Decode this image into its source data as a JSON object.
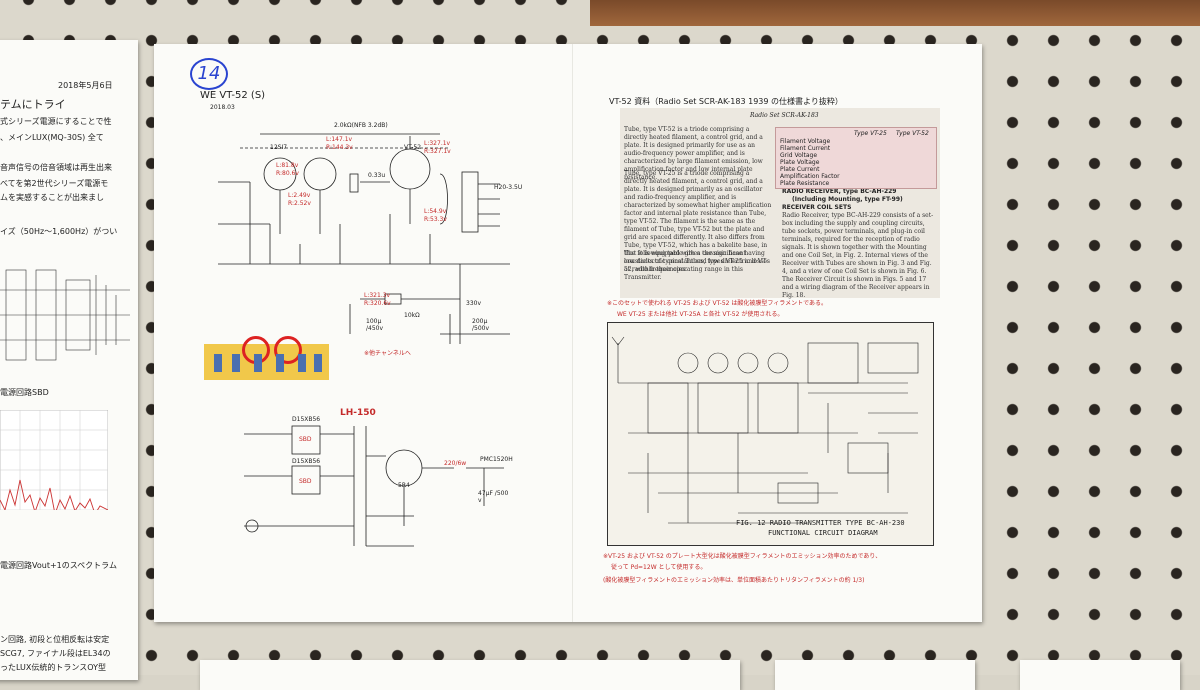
{
  "main_sheet": {
    "item_number": "14",
    "title": "WE VT-52 (S)",
    "date": "2018.03",
    "nfb_label": "2.0kΩ(NFB 3.2dB)",
    "tube_12si7": "12SI7",
    "tube_vt52": "VT-52",
    "tube_5r4": "5R4",
    "voltages": {
      "l1": "L:147.1v",
      "r1": "R:144.3v",
      "l2": "L:81.8v",
      "r2": "R:80.6v",
      "l3": "L:2.49v",
      "r3": "R:2.52v",
      "l4": "L:327.1v",
      "r4": "R:327.1v",
      "l5": "L:54.9v",
      "r5": "R:53.3v",
      "l6": "L:321.3v",
      "r6": "R:320.6v"
    },
    "output_transformer": "H20-3.5U",
    "cap_033": "0.33u",
    "r_10k": "10kΩ",
    "b_plus": "330v",
    "cap_100u": "100μ /450v",
    "cap_200u": "200μ /500v",
    "other_channel": "※他チャンネルへ",
    "psu_title": "LH-150",
    "diode": "D15XB56",
    "sbd": "SBD",
    "choke": "PMC1520H",
    "psu_r": "220/6w",
    "psu_cap": "47μF /500 v"
  },
  "right_sheet": {
    "header": "VT-52 資料（Radio Set SCR-AK-183 1939 の仕様書より抜粋）",
    "book_title": "Radio Set SCR-AK-183",
    "para1": "Tube, type VT-52 is a triode comprising a directly heated filament, a control grid, and a plate. It is designed primarily for use as an audio-frequency power amplifier, and is characterized by large filament emission, low amplification factor and low internal plate resistance.",
    "para2": "Tube, type VT-25 is a triode comprising a directly heated filament, a control grid, and a plate. It is designed primarily as an oscillator and radio-frequency amplifier, and is characterized by somewhat higher amplification factor and internal plate resistance than Tube, type VT-52. The filament is the same as the filament of Tube, type VT-52 but the plate and grid are spaced differently. It also differs from Tube, type VT-52, which has a bakelite base, in that it is equipped with a ceramic base having low dielectric constant and low dielectric losses at radio frequencies.",
    "para3": "The following table gives the significant constants of typical Tubes, types VT-25 and VT-52, within their operating range in this Transmitter.",
    "spec_headers": [
      "Type VT-25",
      "Type VT-52"
    ],
    "spec_rows": [
      "Filament Voltage",
      "Filament Current",
      "Grid Voltage",
      "Plate Voltage",
      "Plate Current",
      "Amplification Factor",
      "Plate Resistance"
    ],
    "receiver_title": "RADIO RECEIVER, type BC-AH-229",
    "receiver_sub": "(Including Mounting, type FT-99)",
    "receiver_coil": "RECEIVER COIL SETS",
    "receiver_text": "Radio Receiver, type BC-AH-229 consists of a set-box including the supply and coupling circuits, tube sockets, power terminals, and plug-in coil terminals, required for the reception of radio signals. It is shown together with the Mounting and one Coil Set, in Fig. 2. Internal views of the Receiver with Tubes are shown in Fig. 3 and Fig. 4, and a view of one Coil Set is shown in Fig. 6. The Receiver Circuit is shown in Figs. 5 and 17 and a wiring diagram of the Receiver appears in Fig. 18.",
    "note1": "※このセットで使われる VT-25 および VT-52 は酸化被膜型フィラメントである。",
    "note2": "WE VT-25 または他社 VT-25A と各社 VT-52 が使用される。",
    "fig_caption_1": "FIG. 12  RADIO TRANSMITTER TYPE BC-AH-230",
    "fig_caption_2": "FUNCTIONAL CIRCUIT DIAGRAM",
    "footnote1": "※VT-25 および VT-52 のプレート大型化は酸化被膜型フィラメントのエミッション効率のためであり、",
    "footnote2": "従って Pd=12W として使用する。",
    "footnote3": "(酸化被膜型フィラメントのエミッション効率は、単位面積あたりトリタンフィラメントの約 1/3)"
  },
  "left_sheet": {
    "date": "2018年5月6日",
    "heading": "テムにトライ",
    "line1": "式シリーズ電源にすることで性",
    "line2": "、メインLUX(MQ-30S) 全て",
    "line3": "音声信号の倍音領域は再生出来",
    "line4": "べてを第2世代シリーズ電源モ",
    "line5": "ムを実感することが出来まし",
    "line6": "イズ（50Hz～1,600Hz）がつい",
    "label_sbd": "電源回路SBD",
    "spectrum_caption": "電源回路Vout+1のスペクトラム",
    "bottom1": "ン回路, 初段と位相反転は安定",
    "bottom2": "SCG7, ファイナル段はEL34の",
    "bottom3": "ったLUX伝統的トランスOY型"
  }
}
